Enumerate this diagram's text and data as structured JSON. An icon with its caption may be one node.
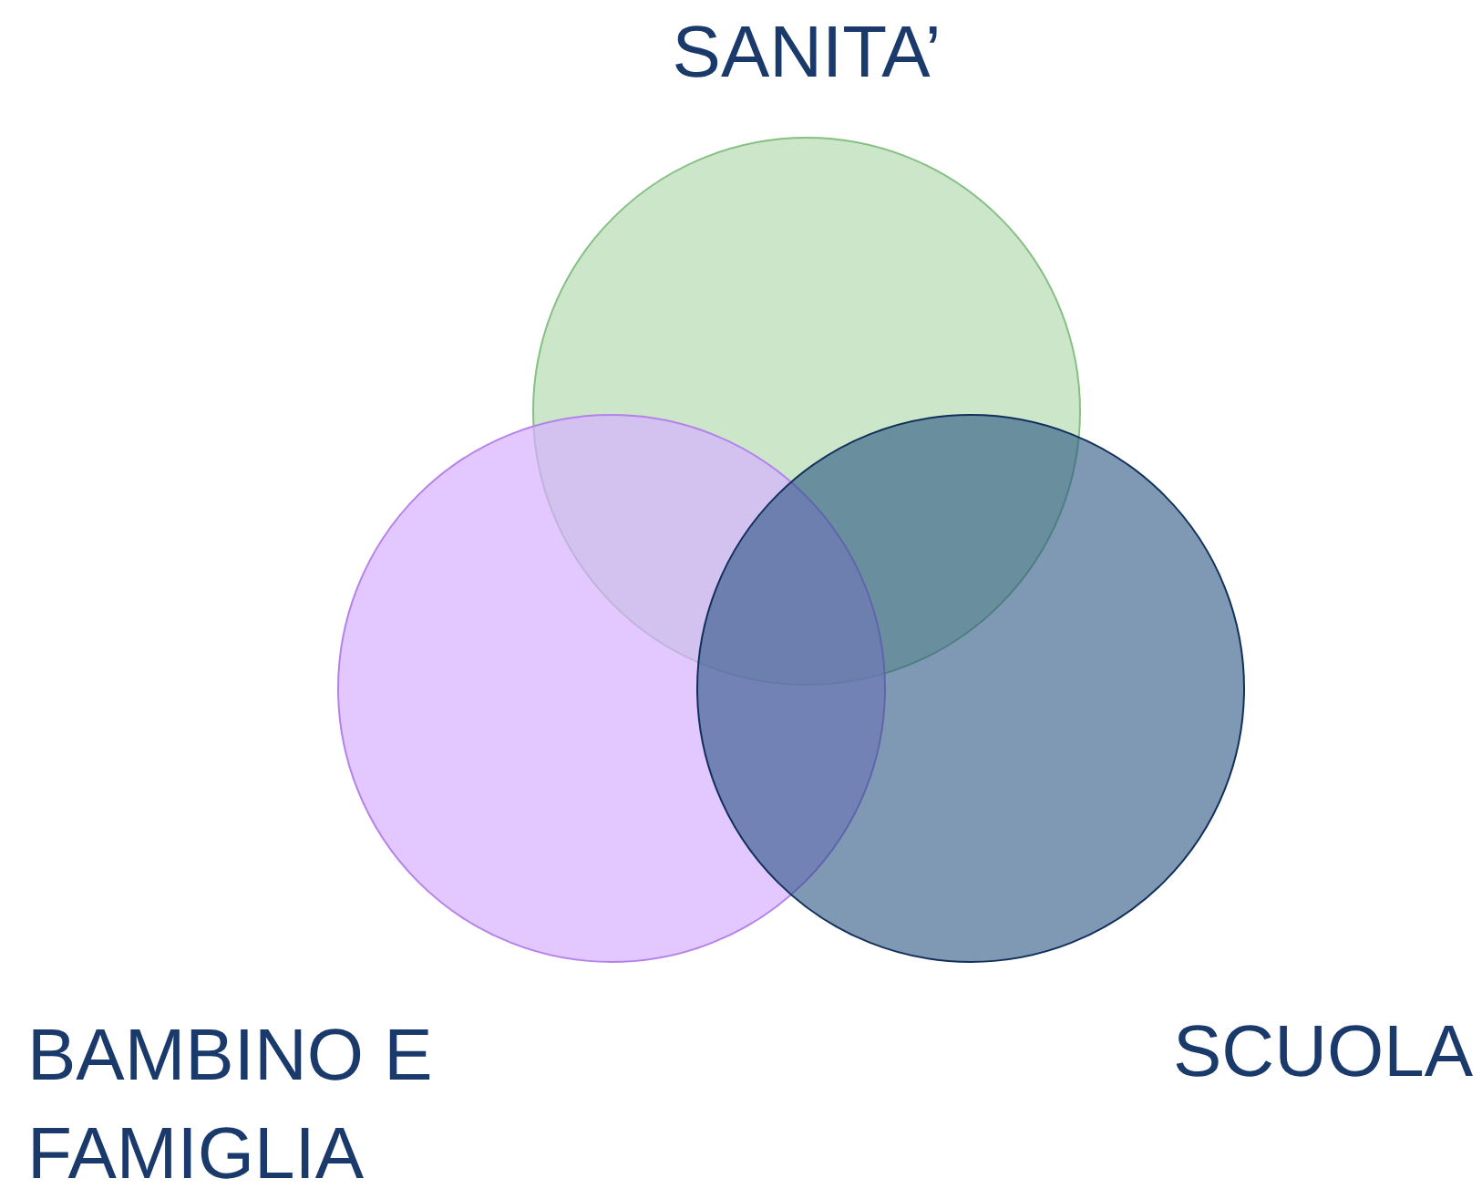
{
  "diagram": {
    "nodes": [
      {
        "text": [
          "SANITA’"
        ]
      },
      {
        "text": [
          "BAMBINO E FAMIGLIA"
        ]
      },
      {
        "text": [
          "SCUOLA"
        ]
      }
    ]
  }
}
